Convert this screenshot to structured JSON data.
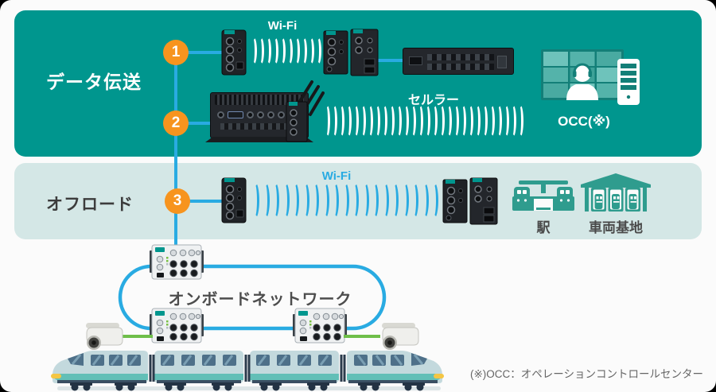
{
  "diagram": {
    "bands": {
      "data_transmission": {
        "label": "データ伝送"
      },
      "offload": {
        "label": "オフロード"
      }
    },
    "steps": {
      "one": "1",
      "two": "2",
      "three": "3"
    },
    "labels": {
      "wifi_top": "Wi-Fi",
      "cellular": "セルラー",
      "wifi_offload": "Wi-Fi",
      "occ": "OCC(※)",
      "station": "駅",
      "depot": "車両基地",
      "onboard_network": "オンボードネットワーク",
      "footnote": "(※)OCC：オペレーションコントロールセンター"
    },
    "colors": {
      "band_teal": "#00968e",
      "band_light": "#d4e7e6",
      "link_blue": "#29abe2",
      "step_orange": "#f7941e",
      "camera_green": "#6fbf4a",
      "icon_teal": "#2f9c8e",
      "occ_dark_teal": "#137f78",
      "text_dark": "#3c3c3c",
      "label_gray": "#4d4d4d"
    }
  }
}
